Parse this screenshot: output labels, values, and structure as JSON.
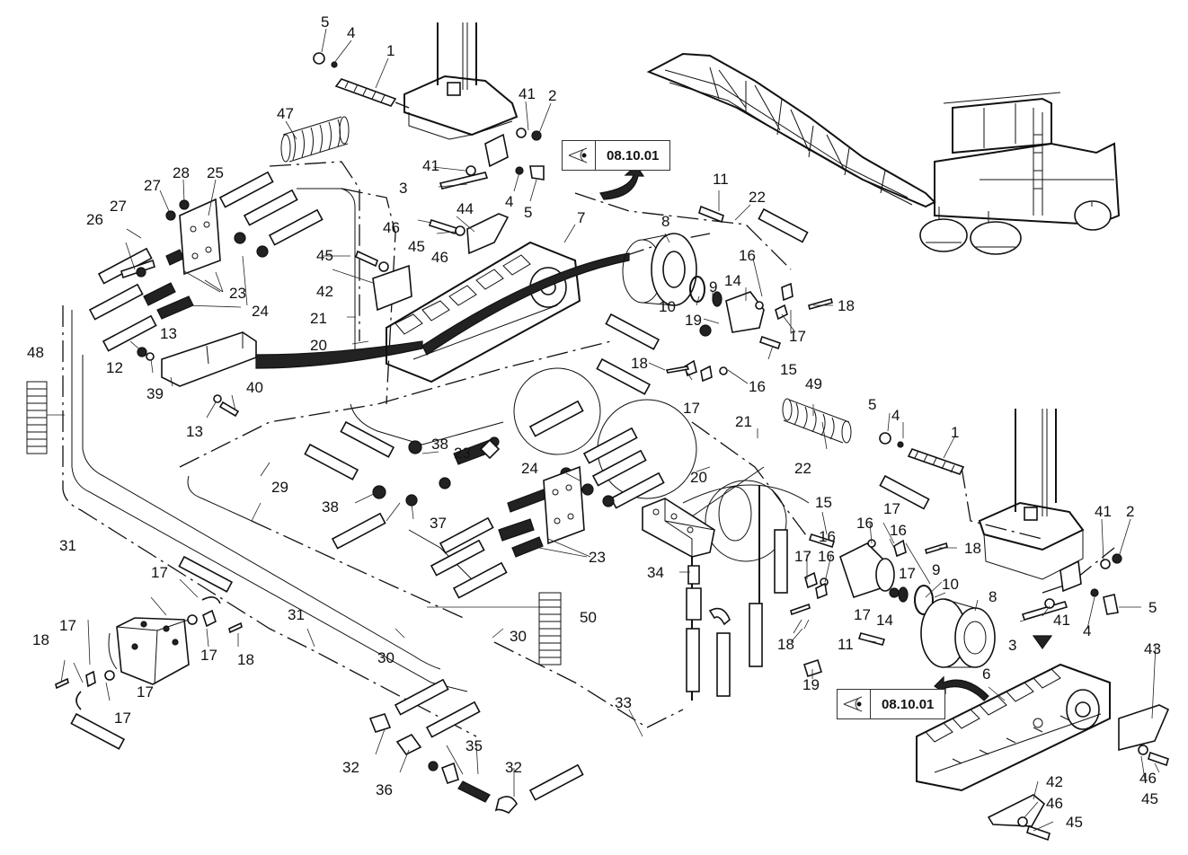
{
  "diagram": {
    "type": "exploded-parts-diagram",
    "subject": "Crawler track drive hydraulic assembly (cold milling machine)",
    "colors": {
      "line": "#111111",
      "background": "#ffffff",
      "box_border": "#333333"
    },
    "reference_boxes": [
      {
        "id": "ref-top",
        "icon": "eye-view-icon",
        "code": "08.10.01"
      },
      {
        "id": "ref-bottom",
        "icon": "eye-view-icon",
        "code": "08.10.01"
      }
    ],
    "callouts": [
      {
        "id": "c1",
        "label": "5"
      },
      {
        "id": "c2",
        "label": "4"
      },
      {
        "id": "c3",
        "label": "1"
      },
      {
        "id": "c4",
        "label": "41"
      },
      {
        "id": "c5",
        "label": "2"
      },
      {
        "id": "c6",
        "label": "47"
      },
      {
        "id": "c7",
        "label": "41"
      },
      {
        "id": "c8",
        "label": "3"
      },
      {
        "id": "c9",
        "label": "4"
      },
      {
        "id": "c10",
        "label": "5"
      },
      {
        "id": "c11",
        "label": "28"
      },
      {
        "id": "c12",
        "label": "25"
      },
      {
        "id": "c13",
        "label": "27"
      },
      {
        "id": "c14",
        "label": "27"
      },
      {
        "id": "c15",
        "label": "26"
      },
      {
        "id": "c16",
        "label": "44"
      },
      {
        "id": "c17",
        "label": "45"
      },
      {
        "id": "c18",
        "label": "46"
      },
      {
        "id": "c19",
        "label": "7"
      },
      {
        "id": "c20",
        "label": "11"
      },
      {
        "id": "c21",
        "label": "22"
      },
      {
        "id": "c22",
        "label": "8"
      },
      {
        "id": "c23",
        "label": "46"
      },
      {
        "id": "c24",
        "label": "45"
      },
      {
        "id": "c25",
        "label": "23"
      },
      {
        "id": "c26",
        "label": "24"
      },
      {
        "id": "c27",
        "label": "42"
      },
      {
        "id": "c28",
        "label": "21"
      },
      {
        "id": "c29",
        "label": "20"
      },
      {
        "id": "c30",
        "label": "9"
      },
      {
        "id": "c31",
        "label": "16"
      },
      {
        "id": "c32",
        "label": "14"
      },
      {
        "id": "c33",
        "label": "10"
      },
      {
        "id": "c34",
        "label": "18"
      },
      {
        "id": "c35",
        "label": "17"
      },
      {
        "id": "c36",
        "label": "19"
      },
      {
        "id": "c37",
        "label": "15"
      },
      {
        "id": "c38",
        "label": "48"
      },
      {
        "id": "c39",
        "label": "13"
      },
      {
        "id": "c40",
        "label": "12"
      },
      {
        "id": "c41",
        "label": "40"
      },
      {
        "id": "c42",
        "label": "39"
      },
      {
        "id": "c43",
        "label": "13"
      },
      {
        "id": "c44",
        "label": "18"
      },
      {
        "id": "c45",
        "label": "16"
      },
      {
        "id": "c46",
        "label": "17"
      },
      {
        "id": "c47",
        "label": "49"
      },
      {
        "id": "c48",
        "label": "5"
      },
      {
        "id": "c49",
        "label": "4"
      },
      {
        "id": "c50",
        "label": "1"
      },
      {
        "id": "c51",
        "label": "38"
      },
      {
        "id": "c52",
        "label": "21"
      },
      {
        "id": "c53",
        "label": "22"
      },
      {
        "id": "c54",
        "label": "29"
      },
      {
        "id": "c55",
        "label": "24"
      },
      {
        "id": "c56",
        "label": "20"
      },
      {
        "id": "c57",
        "label": "38"
      },
      {
        "id": "c58",
        "label": "37"
      },
      {
        "id": "c59",
        "label": "23"
      },
      {
        "id": "c60",
        "label": "15"
      },
      {
        "id": "c61",
        "label": "17"
      },
      {
        "id": "c62",
        "label": "16"
      },
      {
        "id": "c63",
        "label": "18"
      },
      {
        "id": "c64",
        "label": "41"
      },
      {
        "id": "c65",
        "label": "2"
      },
      {
        "id": "c66",
        "label": "31"
      },
      {
        "id": "c67",
        "label": "34"
      },
      {
        "id": "c68",
        "label": "17"
      },
      {
        "id": "c69",
        "label": "16"
      },
      {
        "id": "c70",
        "label": "9"
      },
      {
        "id": "c71",
        "label": "10"
      },
      {
        "id": "c72",
        "label": "17"
      },
      {
        "id": "c73",
        "label": "16"
      },
      {
        "id": "c74",
        "label": "50"
      },
      {
        "id": "c75",
        "label": "17"
      },
      {
        "id": "c76",
        "label": "14"
      },
      {
        "id": "c77",
        "label": "8"
      },
      {
        "id": "c78",
        "label": "5"
      },
      {
        "id": "c79",
        "label": "3"
      },
      {
        "id": "c80",
        "label": "41"
      },
      {
        "id": "c81",
        "label": "4"
      },
      {
        "id": "c82",
        "label": "18"
      },
      {
        "id": "c83",
        "label": "11"
      },
      {
        "id": "c84",
        "label": "16"
      },
      {
        "id": "c85",
        "label": "31"
      },
      {
        "id": "c86",
        "label": "30"
      },
      {
        "id": "c87",
        "label": "30"
      },
      {
        "id": "c88",
        "label": "17"
      },
      {
        "id": "c89",
        "label": "18"
      },
      {
        "id": "c90",
        "label": "17"
      },
      {
        "id": "c91",
        "label": "18"
      },
      {
        "id": "c92",
        "label": "17"
      },
      {
        "id": "c93",
        "label": "17"
      },
      {
        "id": "c94",
        "label": "19"
      },
      {
        "id": "c95",
        "label": "6"
      },
      {
        "id": "c96",
        "label": "43"
      },
      {
        "id": "c97",
        "label": "33"
      },
      {
        "id": "c98",
        "label": "35"
      },
      {
        "id": "c99",
        "label": "32"
      },
      {
        "id": "c100",
        "label": "32"
      },
      {
        "id": "c101",
        "label": "36"
      },
      {
        "id": "c102",
        "label": "42"
      },
      {
        "id": "c103",
        "label": "46"
      },
      {
        "id": "c104",
        "label": "46"
      },
      {
        "id": "c105",
        "label": "45"
      },
      {
        "id": "c106",
        "label": "45"
      },
      {
        "id": "c107",
        "label": "17"
      },
      {
        "id": "c108",
        "label": "23"
      }
    ]
  }
}
